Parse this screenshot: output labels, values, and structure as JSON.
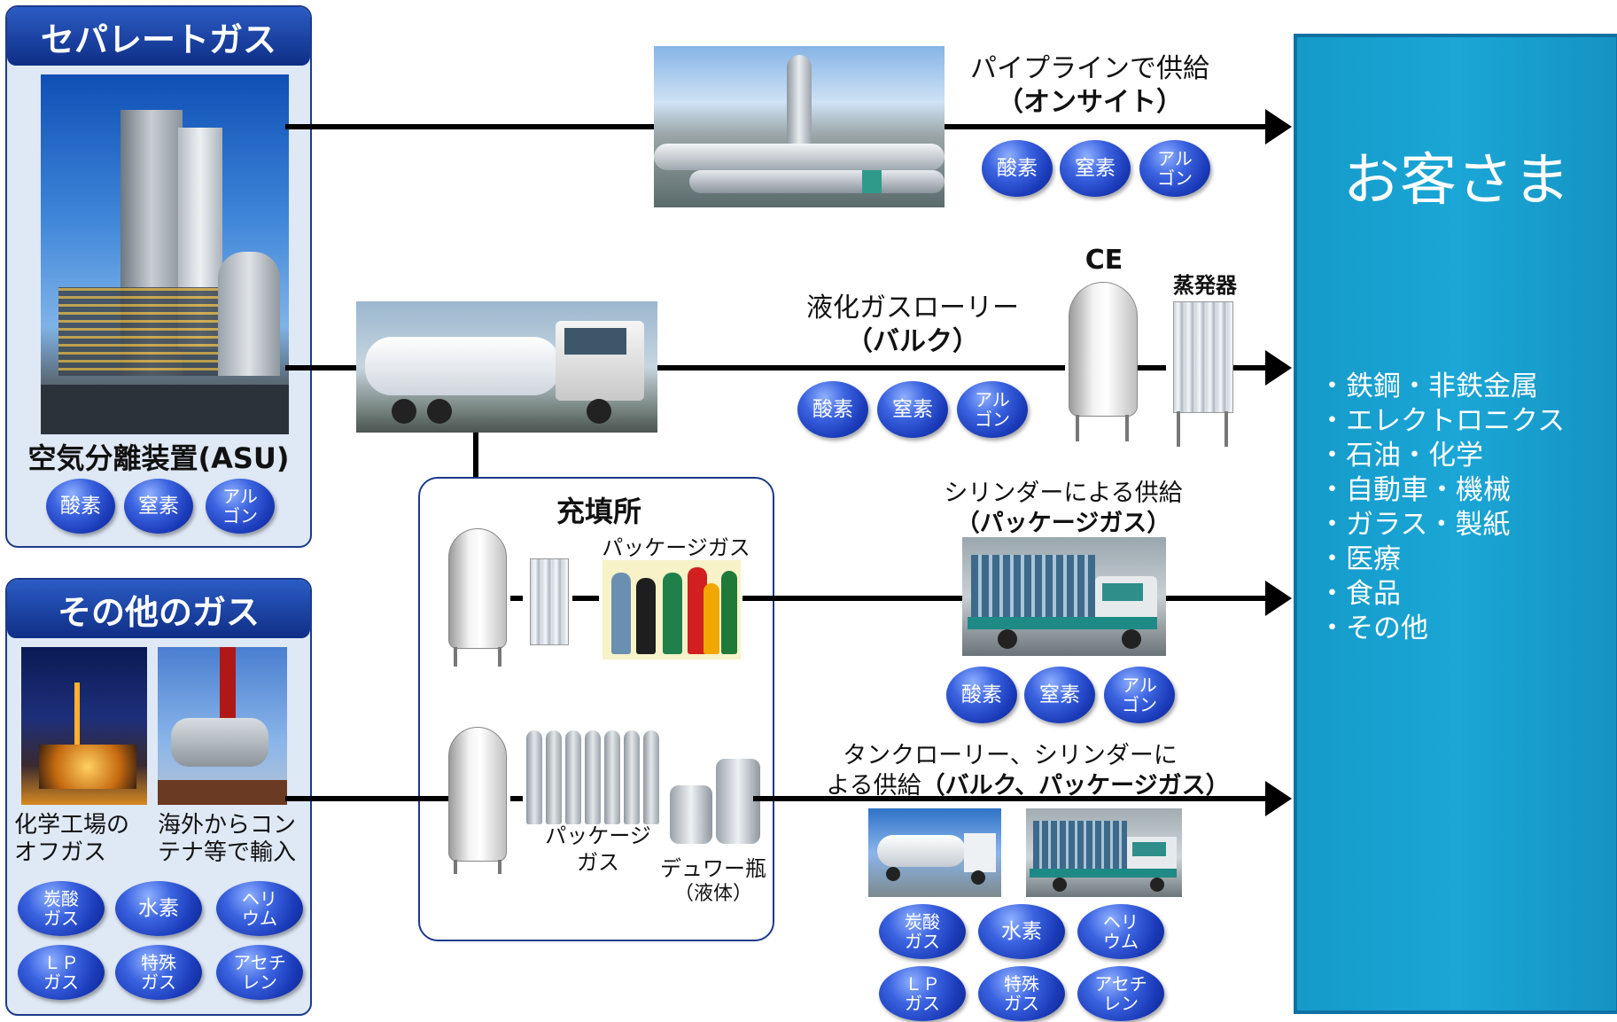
{
  "left_panel_separate": {
    "title": "セパレートガス",
    "plant_label": "空気分離装置(ASU)",
    "gases": [
      "酸素",
      "窒素",
      "アル\nゴン"
    ]
  },
  "left_panel_other": {
    "title": "その他のガス",
    "photo1_caption": "化学工場の\nオフガス",
    "photo2_caption": "海外からコン\nテナ等で輸入",
    "gases": [
      "炭酸\nガス",
      "水素",
      "ヘリ\nウム",
      "ＬＰ\nガス",
      "特殊\nガス",
      "アセチ\nレン"
    ]
  },
  "route_pipeline": {
    "title": "パイプラインで供給",
    "subtitle": "（オンサイト）",
    "gases": [
      "酸素",
      "窒素",
      "アル\nゴン"
    ]
  },
  "route_bulk": {
    "title": "液化ガスローリー",
    "subtitle": "（バルク）",
    "gases": [
      "酸素",
      "窒素",
      "アル\nゴン"
    ],
    "ce_label": "CE",
    "vaporizer_label": "蒸発器"
  },
  "filling_station": {
    "title": "充填所",
    "package_gas_label": "パッケージガス",
    "package_gas_label2": "パッケージ\nガス",
    "dewar_label": "デュワー瓶",
    "dewar_sub": "（液体）"
  },
  "route_cylinder": {
    "title": "シリンダーによる供給",
    "subtitle": "（パッケージガス）",
    "gases": [
      "酸素",
      "窒素",
      "アル\nゴン"
    ]
  },
  "route_tank": {
    "title_line1": "タンクローリー、シリンダーに",
    "title_line2_prefix": "よる供給",
    "title_line2_bold": "（バルク、パッケージガス）",
    "gases": [
      "炭酸\nガス",
      "水素",
      "ヘリ\nウム",
      "ＬＰ\nガス",
      "特殊\nガス",
      "アセチ\nレン"
    ]
  },
  "customer": {
    "title": "お客さま",
    "industries": [
      "・鉄鋼・非鉄金属",
      "・エレクトロニクス",
      "・石油・化学",
      "・自動車・機械",
      "・ガラス・製紙",
      "・医療",
      "・食品",
      "・その他"
    ]
  },
  "colors": {
    "panel_border": "#1c3a8a",
    "panel_bg": "#dfe8f5",
    "customer_bg": "#1aa6d6",
    "bubble": "#2a4fd0"
  }
}
